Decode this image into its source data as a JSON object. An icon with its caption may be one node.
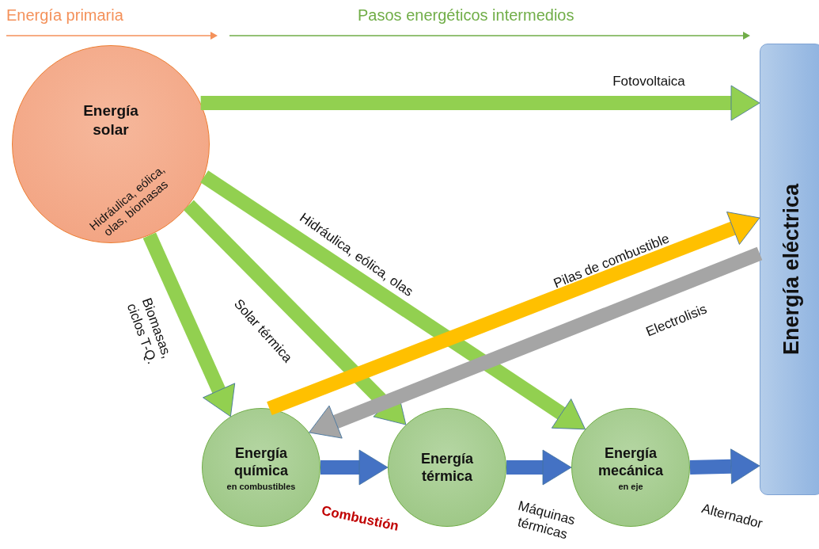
{
  "diagram": {
    "nodes": [
      {
        "text": [
          "Energía solar",
          "Hidráulica, eólica, olas, biomasas"
        ]
      },
      {
        "text": [
          "Energía eléctrica"
        ]
      },
      {
        "text": [
          "Energía química",
          "en combustibles"
        ]
      },
      {
        "text": [
          "Energía térmica"
        ]
      },
      {
        "text": [
          "Energía mecánica",
          "en eje"
        ]
      }
    ],
    "edges": [
      {
        "from": 0,
        "to": 1,
        "arrow": "to",
        "label": "Fotovoltaica"
      },
      {
        "from": 0,
        "to": 2,
        "arrow": "to",
        "label": "Biomasas, ciclos T-Q."
      },
      {
        "from": 0,
        "to": 3,
        "arrow": "to",
        "label": "Solar térmica"
      },
      {
        "from": 0,
        "to": 4,
        "arrow": "to",
        "label": "Hidráulica, eólica, olas"
      },
      {
        "from": 2,
        "to": 1,
        "arrow": "to",
        "label": "Pilas de combustible",
        "color": "#ffc000"
      },
      {
        "from": 1,
        "to": 2,
        "arrow": "to",
        "label": "Electrolisis",
        "color": "#a5a5a5"
      },
      {
        "from": 2,
        "to": 3,
        "arrow": "to",
        "label": "Combustión",
        "color": "#4472c4"
      },
      {
        "from": 3,
        "to": 4,
        "arrow": "to",
        "label": "Máquinas térmicas",
        "color": "#4472c4"
      },
      {
        "from": 4,
        "to": 1,
        "arrow": "to",
        "label": "Alternador",
        "color": "#4472c4"
      }
    ],
    "labels": [
      "Energía primaria",
      "Pasos energéticos intermedios"
    ]
  }
}
